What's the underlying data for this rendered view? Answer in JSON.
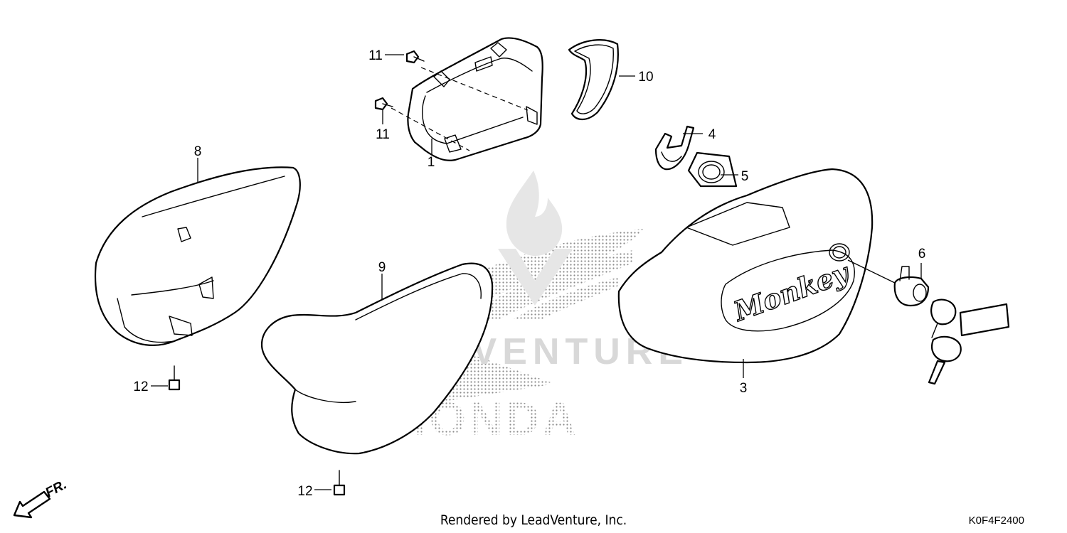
{
  "callouts": [
    {
      "id": "1",
      "label": "1"
    },
    {
      "id": "3",
      "label": "3"
    },
    {
      "id": "4",
      "label": "4"
    },
    {
      "id": "5",
      "label": "5"
    },
    {
      "id": "6",
      "label": "6"
    },
    {
      "id": "8",
      "label": "8"
    },
    {
      "id": "9",
      "label": "9"
    },
    {
      "id": "10",
      "label": "10"
    },
    {
      "id": "11a",
      "label": "11"
    },
    {
      "id": "11b",
      "label": "11"
    },
    {
      "id": "12a",
      "label": "12"
    },
    {
      "id": "12b",
      "label": "12"
    }
  ],
  "front_indicator": "FR.",
  "cover_logo_text": "Monkey",
  "watermark": {
    "leadventure": "LEADVENTURE",
    "honda": "HONDA"
  },
  "footer": {
    "rendered_by": "Rendered by LeadVenture, Inc.",
    "diagram_code": "K0F4F2400"
  }
}
